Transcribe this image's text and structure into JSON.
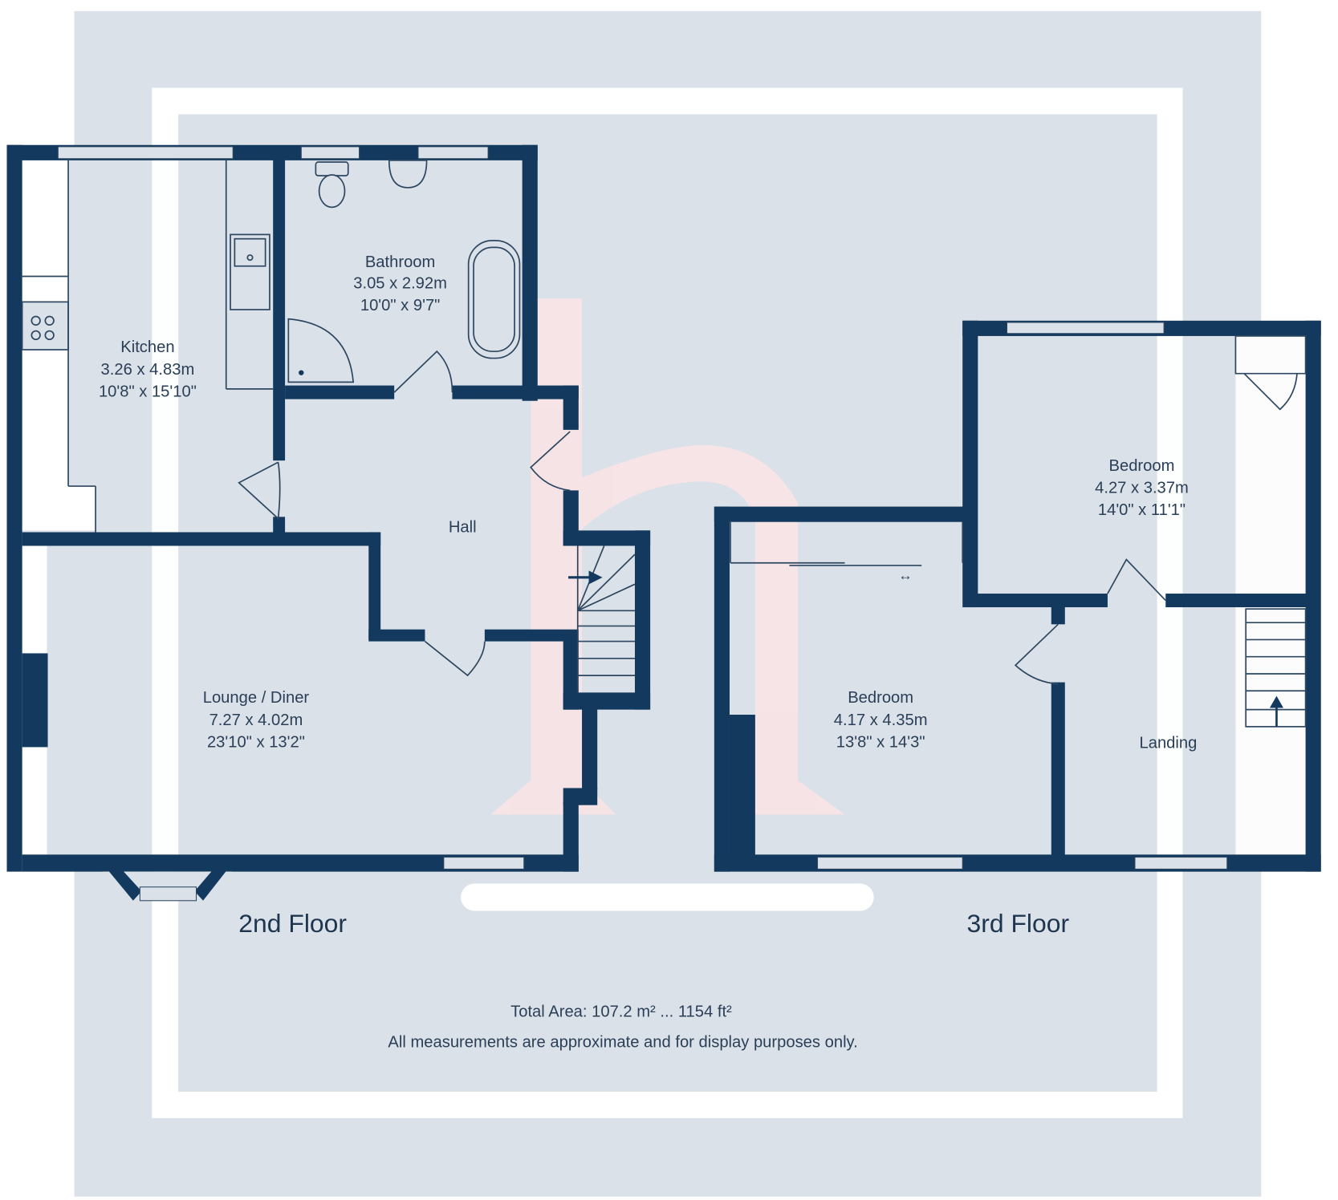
{
  "colors": {
    "background_outer": "#dbe1e8",
    "frame_white": "#ffffff",
    "wall": "#133a5e",
    "text": "#2a3f57",
    "watermark": "#fbe4e6"
  },
  "watermark": {
    "letter": "h"
  },
  "floors": [
    {
      "label": "2nd Floor",
      "rooms": [
        {
          "name": "Kitchen",
          "metric": "3.26 x 4.83m",
          "imperial": "10'8\" x 15'10\""
        },
        {
          "name": "Bathroom",
          "metric": "3.05 x 2.92m",
          "imperial": "10'0\" x 9'7\""
        },
        {
          "name": "Hall",
          "metric": "",
          "imperial": ""
        },
        {
          "name": "Lounge / Diner",
          "metric": "7.27 x 4.02m",
          "imperial": "23'10\" x 13'2\""
        }
      ]
    },
    {
      "label": "3rd Floor",
      "rooms": [
        {
          "name": "Bedroom",
          "metric": "4.27 x 3.37m",
          "imperial": "14'0\" x 11'1\""
        },
        {
          "name": "Bedroom",
          "metric": "4.17 x 4.35m",
          "imperial": "13'8\" x 14'3\""
        },
        {
          "name": "Landing",
          "metric": "",
          "imperial": ""
        }
      ]
    }
  ],
  "footer": {
    "total_area": "Total Area: 107.2 m² ... 1154 ft²",
    "disclaimer": "All measurements are approximate and for display purposes only."
  }
}
